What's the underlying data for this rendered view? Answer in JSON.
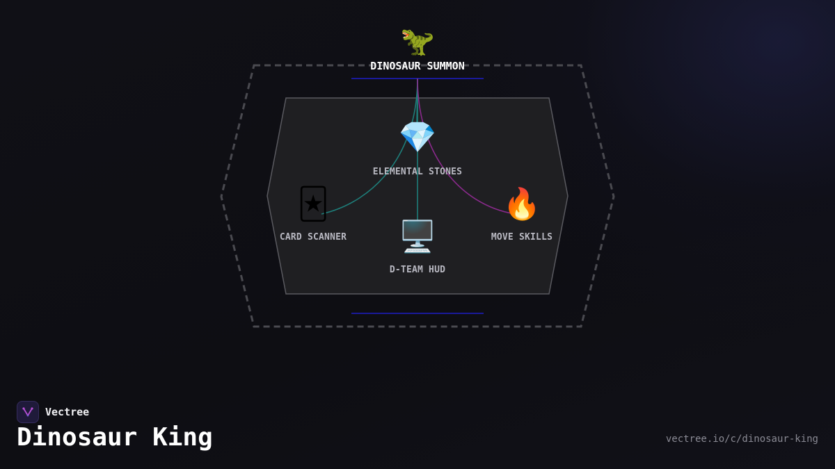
{
  "diagram": {
    "root": {
      "label": "DINOSAUR SUMMON",
      "icon": "🦖",
      "icon_name": "dinosaur-icon"
    },
    "children": [
      {
        "id": "elemental-stones",
        "label": "ELEMENTAL STONES",
        "icon": "💎",
        "icon_name": "gem-icon",
        "edge_color": "#1e8c85"
      },
      {
        "id": "card-scanner",
        "label": "CARD SCANNER",
        "icon": "🃏",
        "icon_name": "joker-card-icon",
        "edge_color": "#1e7e7a"
      },
      {
        "id": "d-team-hud",
        "label": "D-TEAM HUD",
        "icon": "🖥️",
        "icon_name": "desktop-computer-icon",
        "edge_color": "#1e7e7a"
      },
      {
        "id": "move-skills",
        "label": "MOVE SKILLS",
        "icon": "🔥",
        "icon_name": "fire-icon",
        "edge_color": "#8a2a8c"
      }
    ],
    "colors": {
      "accent_line": "#1a1a9a",
      "inner_fill": "#1f1f22",
      "inner_stroke": "#5a5a60",
      "outer_stroke": "#4a4a50"
    }
  },
  "brand": {
    "name": "Vectree",
    "logo_icon": "vectree-logo-icon",
    "logo_color": "#b84fd6"
  },
  "title": "Dinosaur King",
  "url": "vectree.io/c/dinosaur-king"
}
